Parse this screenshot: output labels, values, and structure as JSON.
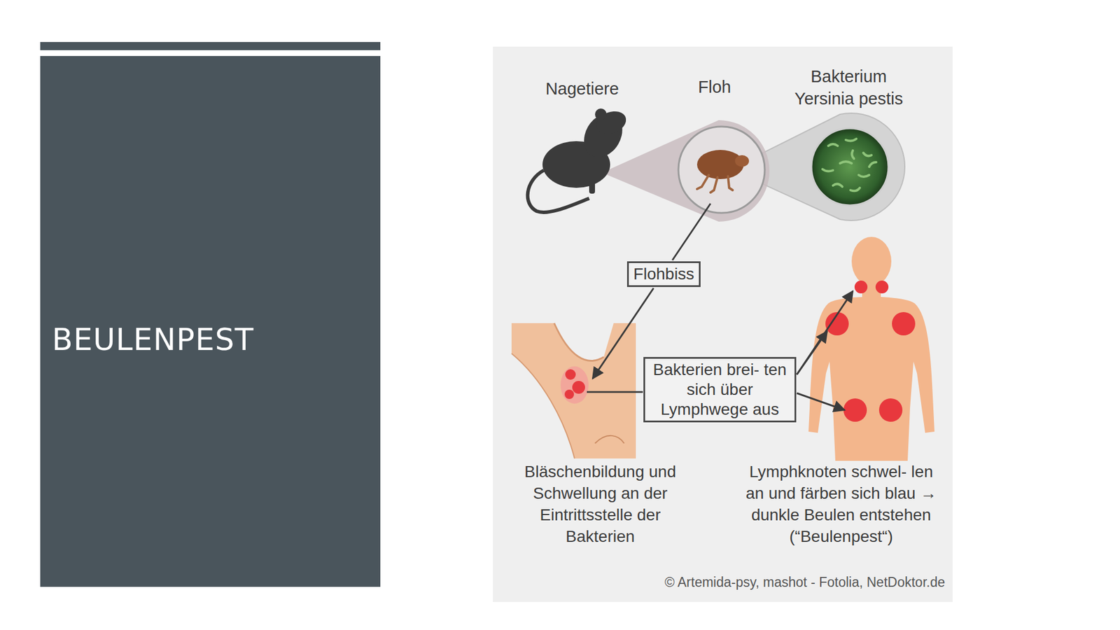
{
  "diagram": {
    "title": "BEULENPEST",
    "nodes": [
      {
        "text": [
          "Flohbiss"
        ]
      },
      {
        "text": [
          "Bakterien brei- ten sich über Lymphwege aus"
        ]
      }
    ],
    "labels": [
      "Nagetiere",
      "Floh",
      "Bakterium Yersinia pestis",
      "Bläschenbildung und Schwellung an der Eintrittsstelle der Bakterien",
      "Lymphknoten schwel- len an und färben sich blau → dunkle Beulen entstehen (“Beulenpest“)",
      "© Artemida-psy, mashot - Fotolia, NetDoktor.de"
    ]
  }
}
